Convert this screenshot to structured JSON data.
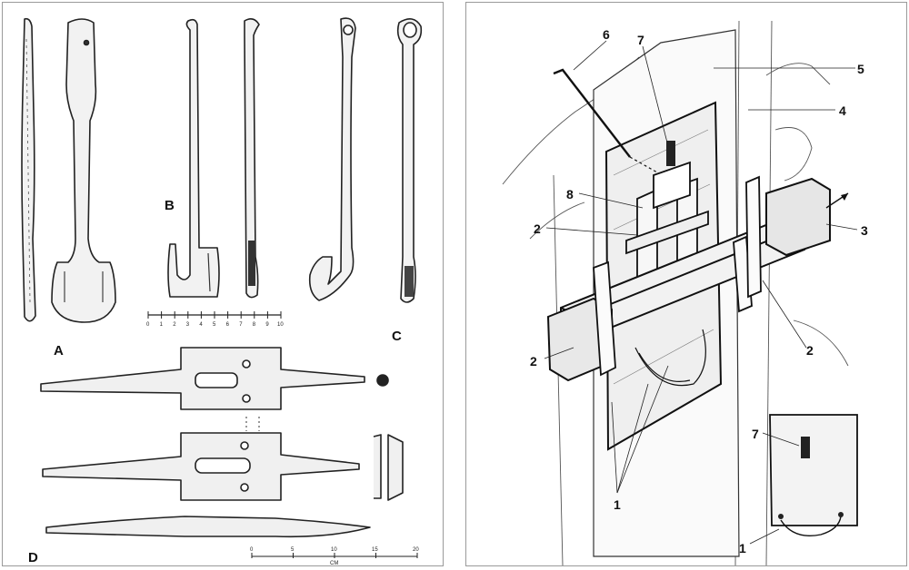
{
  "left_figure": {
    "labels": {
      "a": "A",
      "b": "B",
      "c": "C",
      "d": "D"
    },
    "scale_ticks": [
      "0",
      "1",
      "2",
      "3",
      "4",
      "5",
      "6",
      "7",
      "8",
      "9",
      "10"
    ],
    "scale2_ticks": [
      "0",
      "5",
      "10",
      "15",
      "20"
    ],
    "scale2_unit": "CM"
  },
  "right_figure": {
    "callouts": {
      "n6": "6",
      "n7": "7",
      "n5": "5",
      "n4": "4",
      "n8": "8",
      "n2a": "2",
      "n3": "3",
      "n2b": "2",
      "n2c": "2",
      "n1": "1",
      "n7b": "7",
      "n1b": "1"
    }
  }
}
